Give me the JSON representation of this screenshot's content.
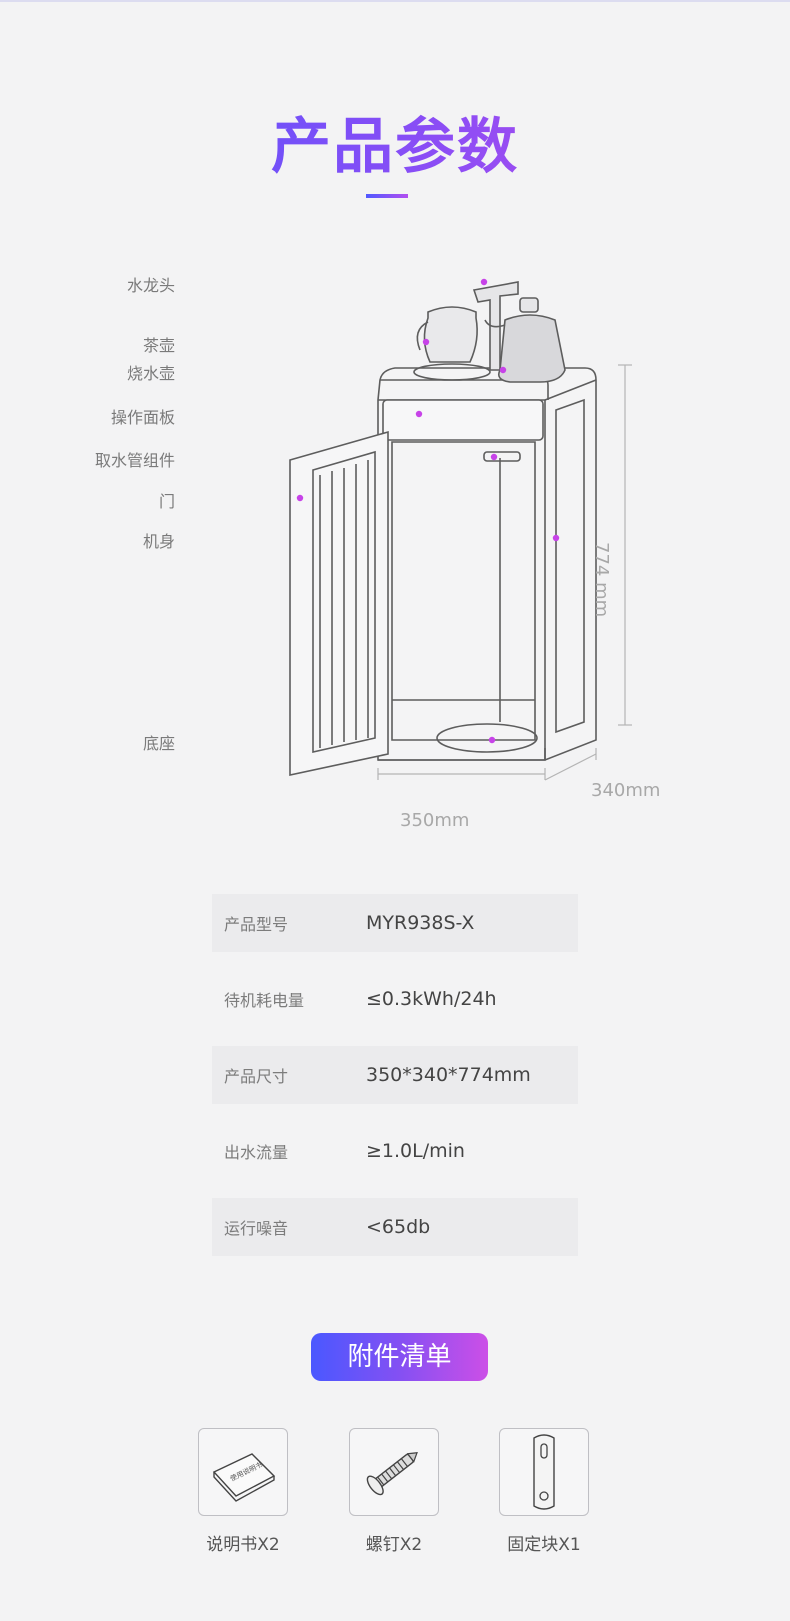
{
  "title": "产品参数",
  "callouts": [
    {
      "label": "水龙头"
    },
    {
      "label": "茶壶"
    },
    {
      "label": "烧水壶"
    },
    {
      "label": "操作面板"
    },
    {
      "label": "取水管组件"
    },
    {
      "label": "门"
    },
    {
      "label": "机身"
    },
    {
      "label": "底座"
    }
  ],
  "dimensions": {
    "height": "774 mm",
    "width": "350mm",
    "depth": "340mm"
  },
  "specs": [
    {
      "label": "产品型号",
      "value": "MYR938S-X"
    },
    {
      "label": "待机耗电量",
      "value": "≤0.3kWh/24h"
    },
    {
      "label": "产品尺寸",
      "value": "350*340*774mm"
    },
    {
      "label": "出水流量",
      "value": "≥1.0L/min"
    },
    {
      "label": "运行噪音",
      "value": "<65db"
    }
  ],
  "accessories_title": "附件清单",
  "accessories": [
    {
      "label": "说明书X2",
      "icon": "manual-icon",
      "icon_text": "使用说明书"
    },
    {
      "label": "螺钉X2",
      "icon": "screw-icon"
    },
    {
      "label": "固定块X1",
      "icon": "bracket-icon"
    }
  ],
  "colors": {
    "accent_blue": "#4a55ff",
    "accent_purple": "#c44ee8",
    "callout_line_blue": "#3d5bd9",
    "callout_dot": "#c743e8"
  }
}
